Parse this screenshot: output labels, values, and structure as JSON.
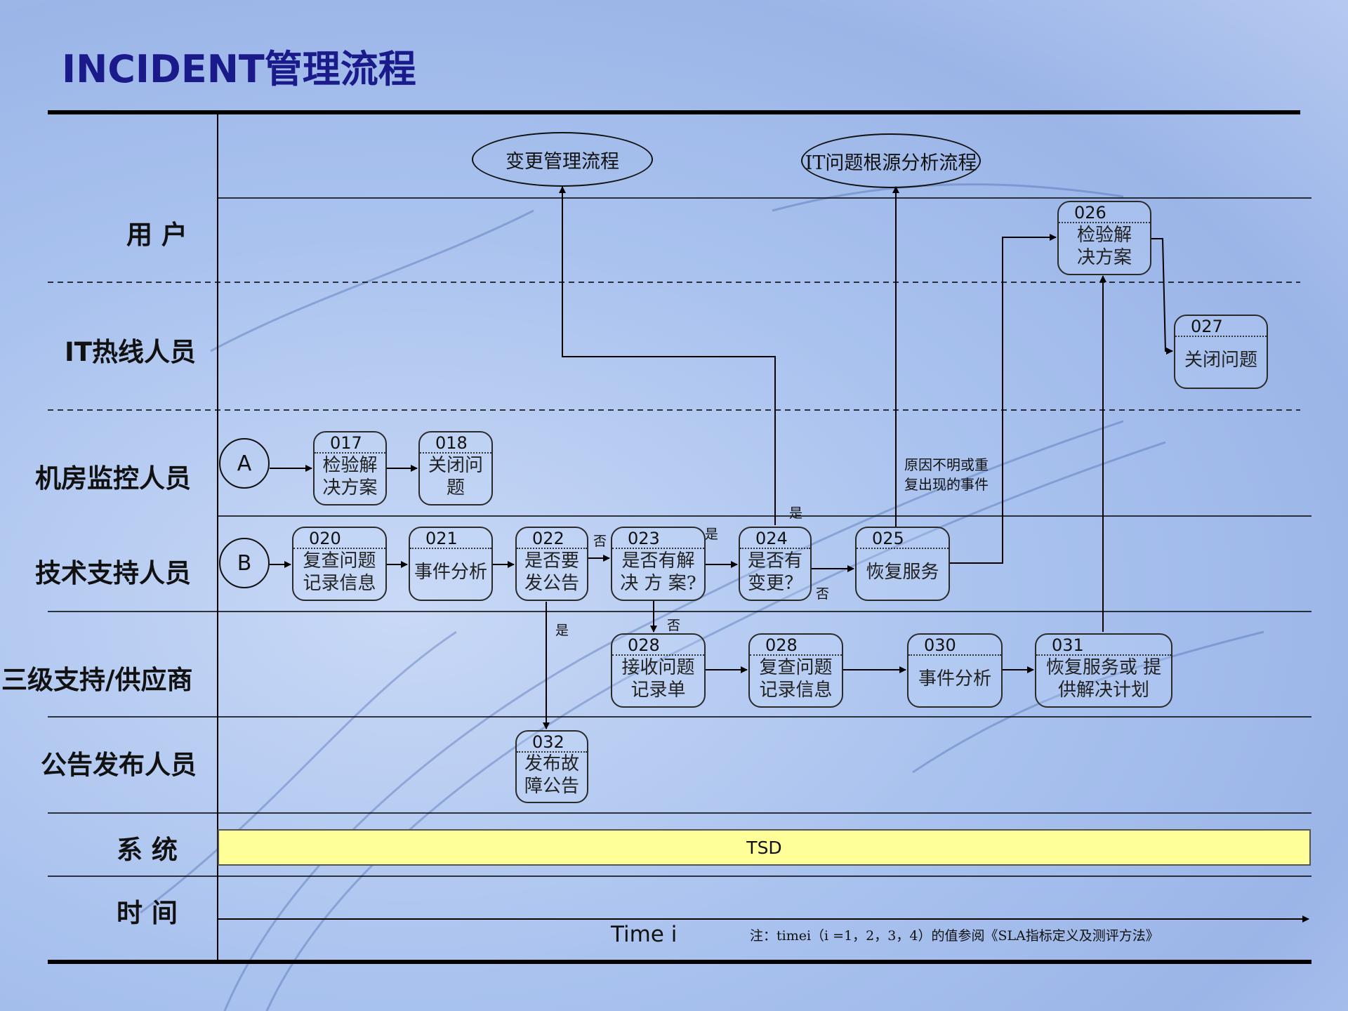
{
  "title": "INCIDENT管理流程",
  "lanes": [
    "用 户",
    "IT热线人员",
    "机房监控人员",
    "技术支持人员",
    "三级支持/供应商",
    "公告发布人员",
    "系 统",
    "时 间"
  ],
  "external_processes": {
    "change_mgmt": "变更管理流程",
    "root_cause": "IT问题根源分析流程"
  },
  "connectors": {
    "a": "A",
    "b": "B"
  },
  "steps": {
    "s017": {
      "num": "017",
      "text": "检验解\n决方案"
    },
    "s018": {
      "num": "018",
      "text": "关闭问题"
    },
    "s020": {
      "num": "020",
      "text": "复查问题\n记录信息"
    },
    "s021": {
      "num": "021",
      "text": "事件分析"
    },
    "s022": {
      "num": "022",
      "text": "是否要\n发公告"
    },
    "s023": {
      "num": "023",
      "text": "是否有解\n决 方 案?"
    },
    "s024": {
      "num": "024",
      "text": "是否有\n变更？"
    },
    "s025": {
      "num": "025",
      "text": "恢复服务"
    },
    "s026": {
      "num": "026",
      "text": "检验解\n决方案"
    },
    "s027": {
      "num": "027",
      "text": "关闭问题"
    },
    "s028a": {
      "num": "028",
      "text": "接收问题\n记录单"
    },
    "s028b": {
      "num": "028",
      "text": "复查问题\n记录信息"
    },
    "s030": {
      "num": "030",
      "text": "事件分析"
    },
    "s031": {
      "num": "031",
      "text": "恢复服务或 提\n供解决计划"
    },
    "s032": {
      "num": "032",
      "text": "发布故\n障公告"
    }
  },
  "edge_labels": {
    "no_022": "否",
    "yes_022": "是",
    "yes_023": "是",
    "no_023": "否",
    "yes_024": "是",
    "no_024": "否"
  },
  "annotation_025": "原因不明或重\n复出现的事件",
  "system_bar": "TSD",
  "time_label": "Time i",
  "footnote": "注：timei（i =1，2，3，4）的值参阅《SLA指标定义及测评方法》"
}
